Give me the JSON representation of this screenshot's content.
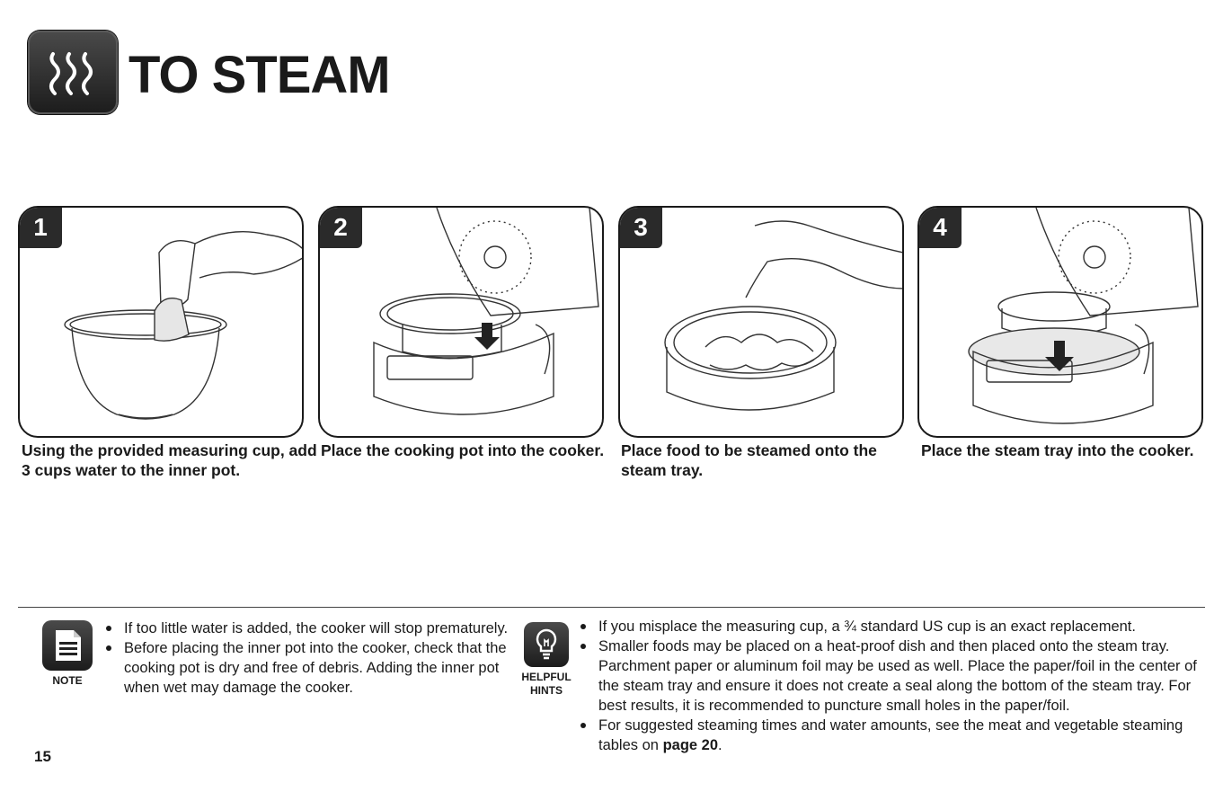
{
  "header": {
    "title": "TO STEAM",
    "icon": "steam-icon"
  },
  "steps": [
    {
      "number": "1",
      "caption": "Using the provided measuring cup, add 3 cups water to the inner pot.",
      "illustration": "measuring-cup-pouring-icon"
    },
    {
      "number": "2",
      "caption": "Place the cooking pot into the cooker.",
      "illustration": "cooker-with-pot-icon"
    },
    {
      "number": "3",
      "caption": "Place food to be steamed onto the steam tray.",
      "illustration": "steam-tray-food-icon"
    },
    {
      "number": "4",
      "caption": "Place the steam tray into the cooker.",
      "illustration": "cooker-with-tray-icon"
    }
  ],
  "note": {
    "label": "NOTE",
    "icon": "note-icon",
    "items": [
      "If too little water is added, the cooker will stop prematurely.",
      "Before placing the inner pot into the cooker, check that the cooking pot is dry and free of debris. Adding the inner pot when wet may damage the cooker."
    ]
  },
  "hints": {
    "label_line1": "HELPFUL",
    "label_line2": "HINTS",
    "icon": "lightbulb-icon",
    "items": [
      "If you misplace the measuring cup, a ¾ standard US cup is an exact replacement.",
      "Smaller foods may be placed on a heat-proof dish and then placed onto the steam tray. Parchment paper or aluminum foil may be used as well. Place the paper/foil in the center of the steam tray and ensure it does not create a seal along the bottom of the steam tray. For best results, it is recommended to puncture small holes in the paper/foil."
    ],
    "last_item_prefix": "For suggested steaming times and water amounts, see the meat and vegetable steaming tables on ",
    "last_item_link": "page 20",
    "last_item_suffix": "."
  },
  "footer": {
    "page_number": "15"
  },
  "colors": {
    "text": "#1a1a1a",
    "badge": "#2a2a2a",
    "background": "#ffffff"
  }
}
